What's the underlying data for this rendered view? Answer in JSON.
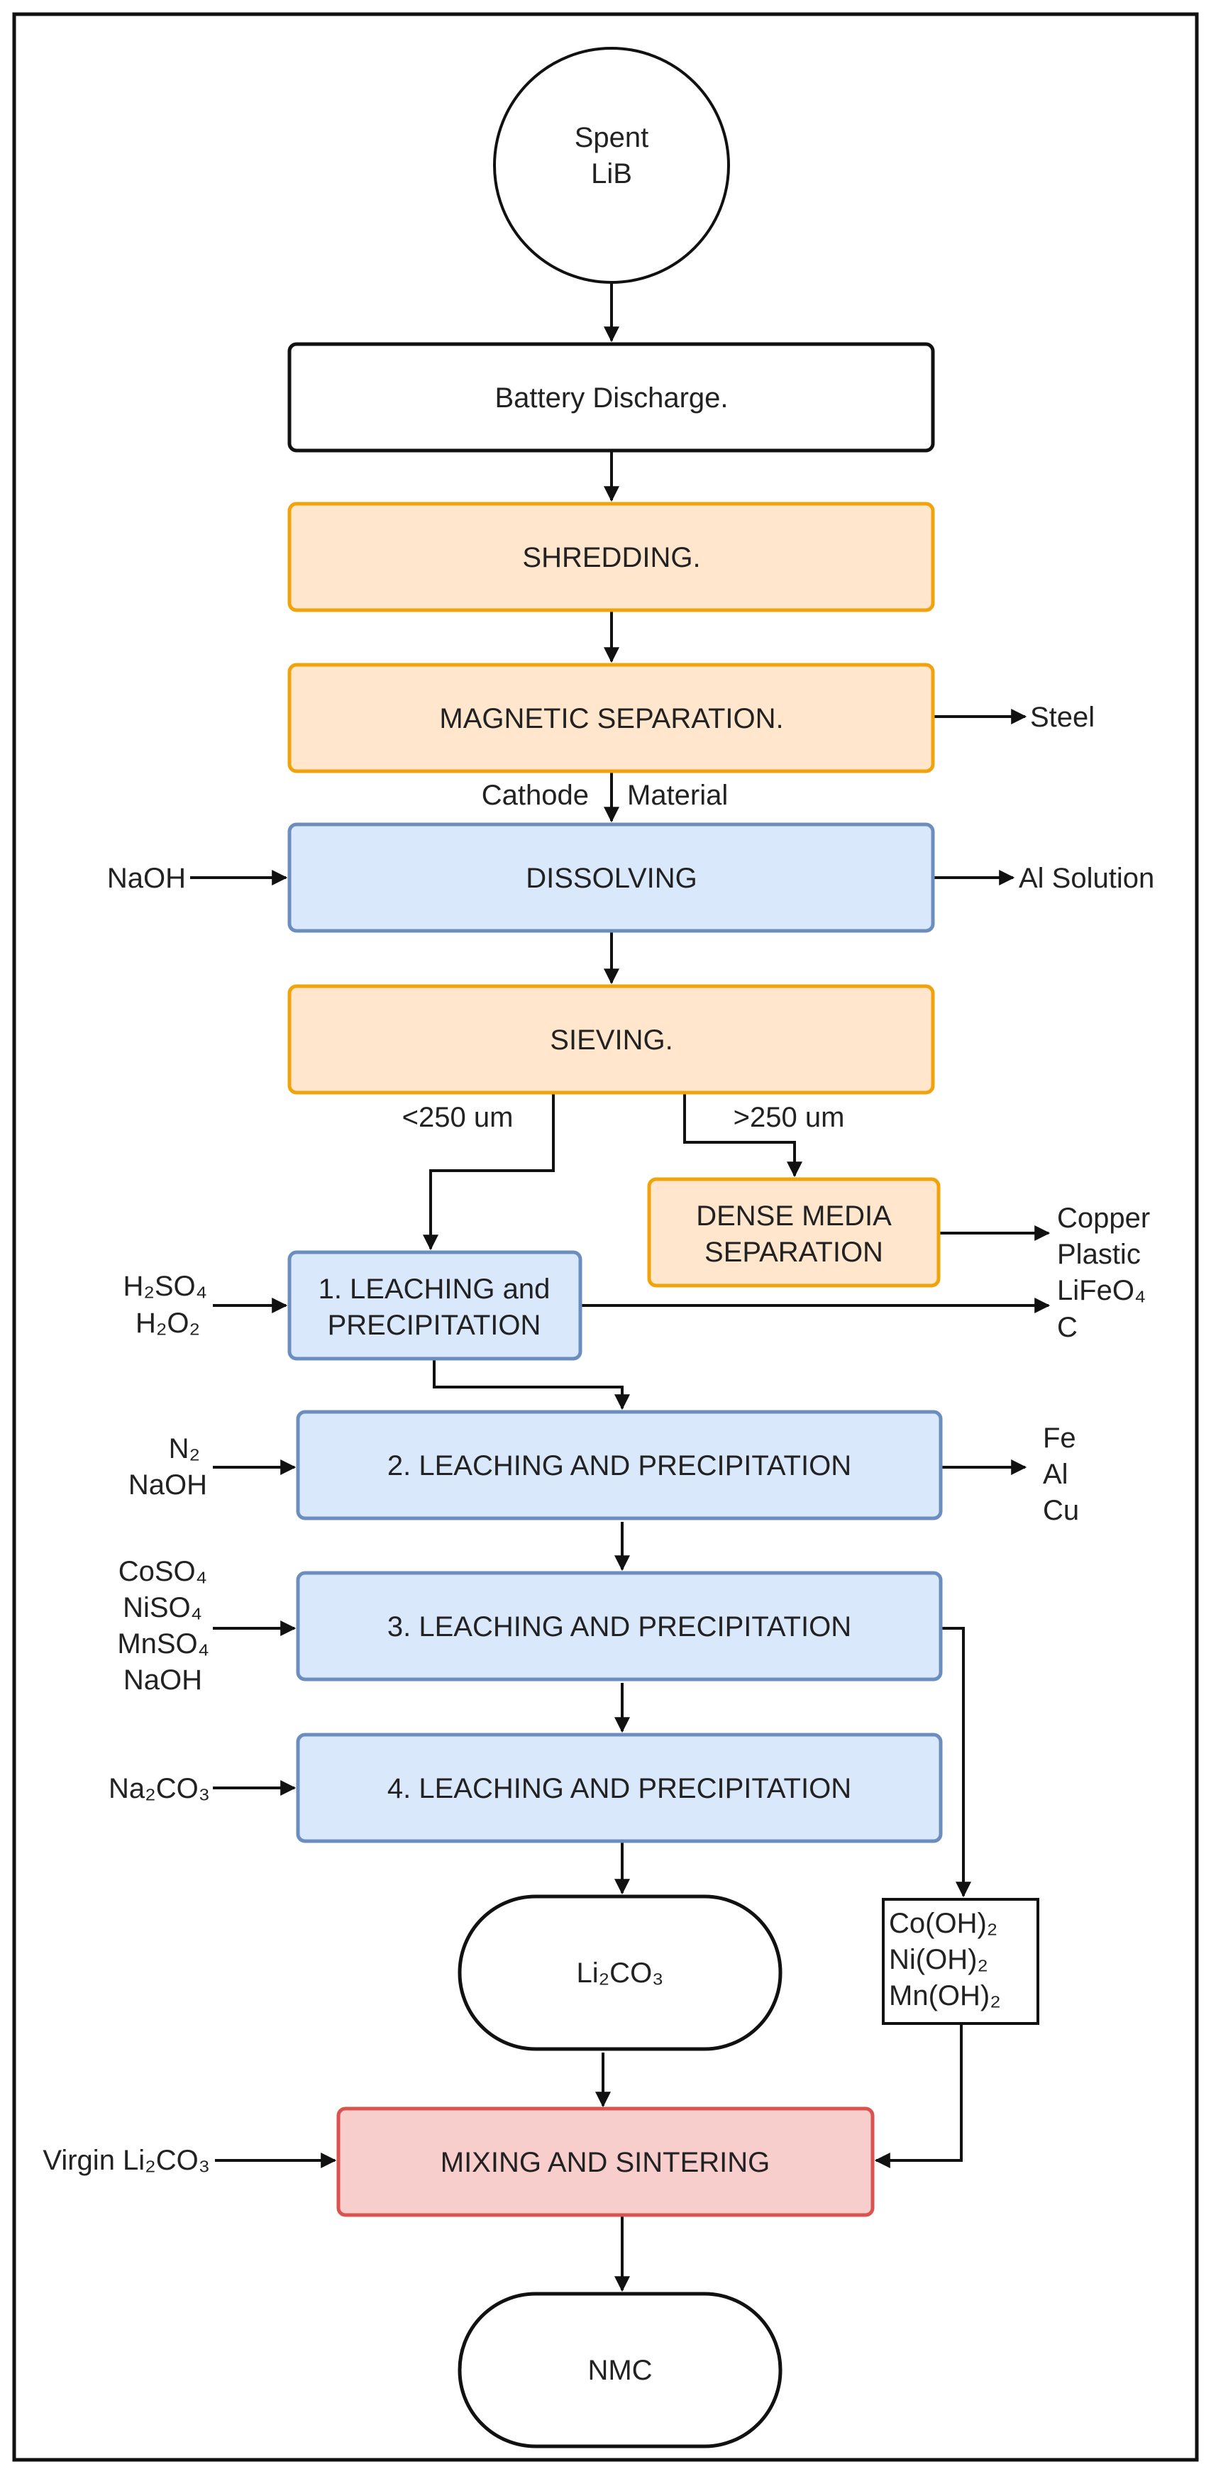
{
  "colors": {
    "orange_fill": "#ffe6cc",
    "orange_stroke": "#f0a30a",
    "blue_fill": "#dae8fc",
    "blue_stroke": "#6c8ebf",
    "red_fill": "#f8cecc",
    "red_stroke": "#d9534f",
    "black": "#111111"
  },
  "nodes": {
    "spent_lib": [
      "Spent",
      "LiB"
    ],
    "discharge": "Battery Discharge.",
    "shredding": "SHREDDING.",
    "magnetic": "MAGNETIC SEPARATION.",
    "dissolving": "DISSOLVING",
    "sieving": "SIEVING.",
    "dense_media": [
      "DENSE MEDIA",
      "SEPARATION"
    ],
    "leach1": [
      "1. LEACHING and",
      "PRECIPITATION"
    ],
    "leach2": "2. LEACHING AND PRECIPITATION",
    "leach3": "3. LEACHING AND PRECIPITATION",
    "leach4": "4. LEACHING AND PRECIPITATION",
    "li2co3": "Li₂CO₃",
    "hydroxides": [
      "Co(OH)₂",
      "Ni(OH)₂",
      "Mn(OH)₂"
    ],
    "mixing": "MIXING AND SINTERING",
    "nmc": "NMC"
  },
  "labels": {
    "steel": "Steel",
    "cathode": "Cathode",
    "material": "Material",
    "naoh_in": "NaOH",
    "al_solution": "Al Solution",
    "lt250": "<250 um",
    "gt250": ">250 um",
    "dense_out": [
      "Copper",
      "Plastic",
      "LiFeO₄",
      "C"
    ],
    "leach1_in": [
      "H₂SO₄",
      "H₂O₂"
    ],
    "leach2_in": [
      "N₂",
      "NaOH"
    ],
    "leach2_out": [
      "Fe",
      "Al",
      "Cu"
    ],
    "leach3_in": [
      "CoSO₄",
      "NiSO₄",
      "MnSO₄",
      "NaOH"
    ],
    "leach4_in": "Na₂CO₃",
    "virgin": "Virgin Li₂CO₃"
  }
}
